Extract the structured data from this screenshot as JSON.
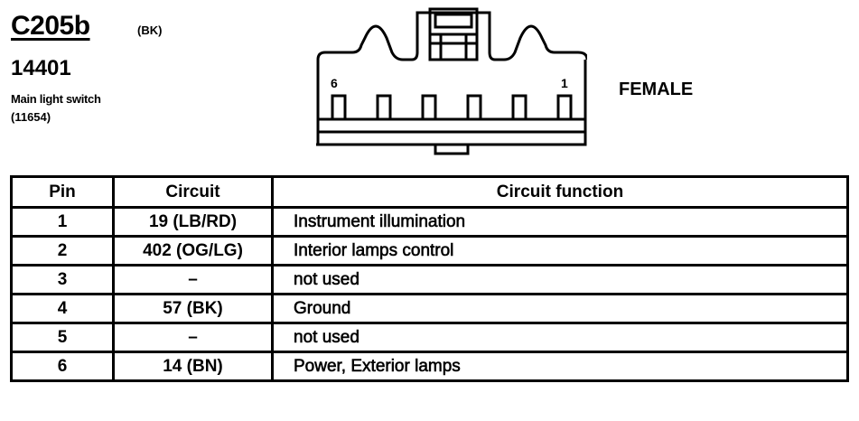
{
  "connector": {
    "id": "C205b",
    "color_code": "(BK)",
    "part_number": "14401",
    "description": "Main light switch",
    "reference": "(11654)",
    "gender": "FEMALE",
    "pin_first_label": "6",
    "pin_last_label": "1"
  },
  "table": {
    "headers": [
      "Pin",
      "Circuit",
      "Circuit function"
    ],
    "rows": [
      {
        "pin": "1",
        "circuit": "19 (LB/RD)",
        "function": "Instrument illumination"
      },
      {
        "pin": "2",
        "circuit": "402 (OG/LG)",
        "function": "Interior lamps control"
      },
      {
        "pin": "3",
        "circuit": "–",
        "function": "not used"
      },
      {
        "pin": "4",
        "circuit": "57 (BK)",
        "function": "Ground"
      },
      {
        "pin": "5",
        "circuit": "–",
        "function": "not used"
      },
      {
        "pin": "6",
        "circuit": "14 (BN)",
        "function": "Power, Exterior lamps"
      }
    ]
  }
}
